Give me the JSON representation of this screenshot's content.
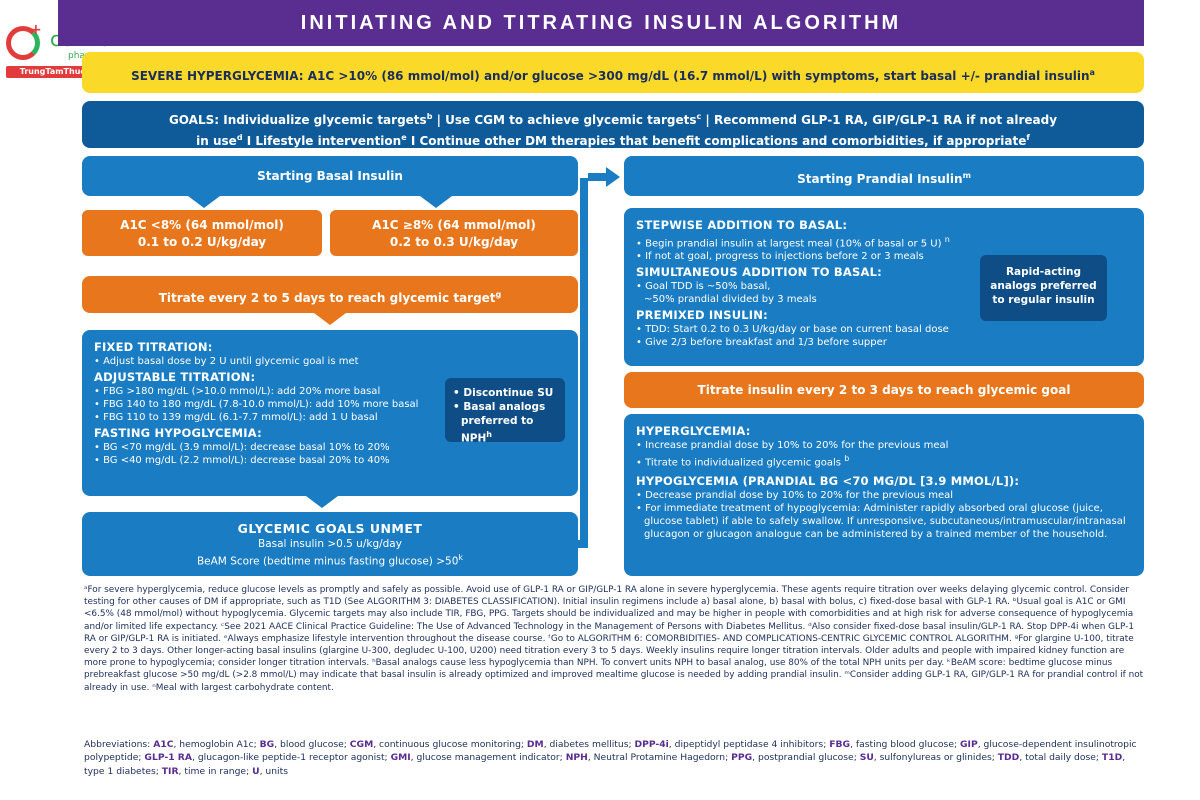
{
  "logo": {
    "wordmark": "central",
    "sub": "pharmacy",
    "site": "TrungTamThuoc.com"
  },
  "title": "INITIATING AND TITRATING INSULIN ALGORITHM",
  "severe": "SEVERE HYPERGLYCEMIA: A1C >10% (86 mmol/mol) and/or glucose >300 mg/dL (16.7 mmol/L) with symptoms, start basal +/- prandial insulin",
  "severe_sup": "a",
  "goals": {
    "line1_a": "GOALS: Individualize glycemic targets",
    "sup_b": "b",
    "line1_b": " | Use CGM to achieve glycemic targets",
    "sup_c": "c",
    "line1_c": " | Recommend GLP-1 RA, GIP/GLP-1 RA if not already",
    "line2_a": "in use",
    "sup_d": "d",
    "line2_b": " I Lifestyle intervention",
    "sup_e": "e",
    "line2_c": " I Continue other DM therapies that benefit complications and comorbidities, if appropriate",
    "sup_f": "f"
  },
  "basal": {
    "header": "Starting Basal Insulin",
    "a1c_low_line1": "A1C <8% (64 mmol/mol)",
    "a1c_low_line2": "0.1 to 0.2 U/kg/day",
    "a1c_high_line1": "A1C ≥8% (64 mmol/mol)",
    "a1c_high_line2": "0.2 to 0.3 U/kg/day",
    "titrate": "Titrate every 2 to 5 days to reach glycemic target",
    "titrate_sup": "g",
    "fixed_title": "FIXED TITRATION:",
    "fixed_items": [
      "Adjust basal dose by 2 U until glycemic goal is met"
    ],
    "adjustable_title": "ADJUSTABLE TITRATION:",
    "adjustable_items": [
      "FBG >180 mg/dL (>10.0 mmol/L): add 20% more basal",
      "FBG 140 to 180 mg/dL (7.8-10.0 mmol/L): add 10% more basal",
      "FBG 110 to 139 mg/dL (6.1-7.7 mmol/L): add 1 U basal"
    ],
    "fasting_title": "FASTING HYPOGLYCEMIA:",
    "fasting_items": [
      "BG <70 mg/dL (3.9 mmol/L): decrease basal 10% to 20%",
      "BG <40 mg/dL (2.2 mmol/L): decrease basal 20% to 40%"
    ],
    "disc_items": [
      "Discontinue SU",
      "Basal analogs",
      "preferred to NPH"
    ],
    "disc_sup": "h",
    "unmet_title": "GLYCEMIC GOALS UNMET",
    "unmet_line1": "Basal insulin >0.5 u/kg/day",
    "unmet_line2": "BeAM Score (bedtime minus fasting glucose) >50",
    "unmet_sup": "k"
  },
  "prandial": {
    "header": "Starting Prandial Insulin",
    "header_sup": "m",
    "stepwise_title": "STEPWISE ADDITION TO BASAL:",
    "stepwise_items": [
      "Begin prandial insulin at largest meal (10% of basal or 5 U)",
      "If not at goal, progress to injections before 2 or 3 meals"
    ],
    "stepwise_sup": "n",
    "simultaneous_title": "SIMULTANEOUS ADDITION TO  BASAL:",
    "simultaneous_items": [
      "Goal TDD is ~50% basal,",
      "~50% prandial divided by 3 meals"
    ],
    "premixed_title": "PREMIXED INSULIN:",
    "premixed_items": [
      "TDD: Start 0.2 to 0.3 U/kg/day or base on current basal dose",
      "Give 2/3 before breakfast and 1/3 before supper"
    ],
    "rapid_lines": [
      "Rapid-acting",
      "analogs preferred",
      "to regular insulin"
    ],
    "titrate": "Titrate insulin every 2 to 3 days to reach glycemic goal",
    "hyper_title": "HYPERGLYCEMIA:",
    "hyper_items": [
      "Increase prandial dose by 10% to 20% for the previous meal",
      "Titrate to individualized glycemic goals"
    ],
    "hyper_sup": "b",
    "hypo_title": "HYPOGLYCEMIA (PRANDIAL BG <70 MG/DL [3.9 MMOL/L]):",
    "hypo_items": [
      "Decrease prandial dose by 10% to 20% for the previous meal",
      "For immediate treatment of hypoglycemia: Administer rapidly absorbed oral glucose (juice, glucose tablet) if able to safely swallow. If unresponsive, subcutaneous/intramuscular/intranasal glucagon or glucagon analogue can be administered by a trained member of the household."
    ]
  },
  "footnotes": "ᵃFor severe hyperglycemia, reduce glucose levels as promptly and safely as possible. Avoid use of GLP-1 RA or GIP/GLP-1 RA alone in severe hyperglycemia. These agents require titration over weeks delaying glycemic control. Consider testing for other causes of DM if appropriate, such as T1D (See ALGORITHM 3: DIABETES CLASSIFICATION). Initial insulin regimens include a) basal alone, b) basal with bolus, c) fixed-dose basal with GLP-1 RA. ᵇUsual goal is A1C or GMI <6.5% (48 mmol/mol) without hypoglycemia. Glycemic targets may also include TIR, FBG, PPG. Targets should be individualized and may be higher in people with comorbidities and at high risk for adverse consequence of hypoglycemia and/or limited life expectancy. ᶜSee 2021 AACE Clinical Practice Guideline: The Use of Advanced Technology in the Management of Persons with Diabetes Mellitus. ᵈAlso consider fixed-dose basal insulin/GLP-1 RA. Stop DPP-4i when GLP-1 RA or GIP/GLP-1 RA is initiated. ᵉAlways emphasize lifestyle intervention throughout the disease course. ᶠGo to ALGORITHM 6: COMORBIDITIES- AND COMPLICATIONS-CENTRIC GLYCEMIC CONTROL ALGORITHM. ᵍFor glargine U-100, titrate every 2 to 3 days. Other longer-acting basal insulins (glargine U-300, degludec U-100, U200) need titration every 3 to 5 days. Weekly insulins require longer titration intervals. Older adults and people with impaired kidney function are more prone to hypoglycemia; consider longer titration intervals. ʰBasal analogs cause less hypoglycemia than NPH. To convert units NPH to basal analog, use 80% of the total NPH units per day. ᵏBeAM score: bedtime glucose minus prebreakfast glucose >50 mg/dL (>2.8 mmol/L) may indicate that basal insulin is already optimized and improved mealtime glucose is needed by adding prandial insulin. ᵐConsider adding GLP-1 RA, GIP/GLP-1 RA for prandial control if not already in use. ⁿMeal with largest carbohydrate content.",
  "abbreviations": [
    {
      "k": "A1C",
      "v": ", hemoglobin A1c; "
    },
    {
      "k": "BG",
      "v": ", blood glucose; "
    },
    {
      "k": "CGM",
      "v": ", continuous glucose monitoring; "
    },
    {
      "k": "DM",
      "v": ", diabetes mellitus; "
    },
    {
      "k": "DPP-4i",
      "v": ", dipeptidyl peptidase 4 inhibitors; "
    },
    {
      "k": "FBG",
      "v": ", fasting blood glucose; "
    },
    {
      "k": "GIP",
      "v": ", glucose-dependent insulinotropic polypeptide; "
    },
    {
      "k": "GLP-1 RA",
      "v": ", glucagon-like peptide-1 receptor agonist; "
    },
    {
      "k": "GMI",
      "v": ", glucose management indicator; "
    },
    {
      "k": "NPH",
      "v": ", Neutral Protamine Hagedorn; "
    },
    {
      "k": "PPG",
      "v": ", postprandial glucose; "
    },
    {
      "k": "SU",
      "v": ", sulfonylureas or glinides; "
    },
    {
      "k": "TDD",
      "v": ", total daily dose; "
    },
    {
      "k": "T1D",
      "v": ", type 1 diabetes; "
    },
    {
      "k": "TIR",
      "v": ", time in range; "
    },
    {
      "k": "U",
      "v": ", units"
    }
  ],
  "abbrev_label": "Abbreviations: ",
  "colors": {
    "title_purple": "#5a2d91",
    "severe_yellow": "#fbd928",
    "goals_navy": "#0f5a99",
    "box_blue": "#1a7cc2",
    "box_orange": "#e8761d"
  }
}
